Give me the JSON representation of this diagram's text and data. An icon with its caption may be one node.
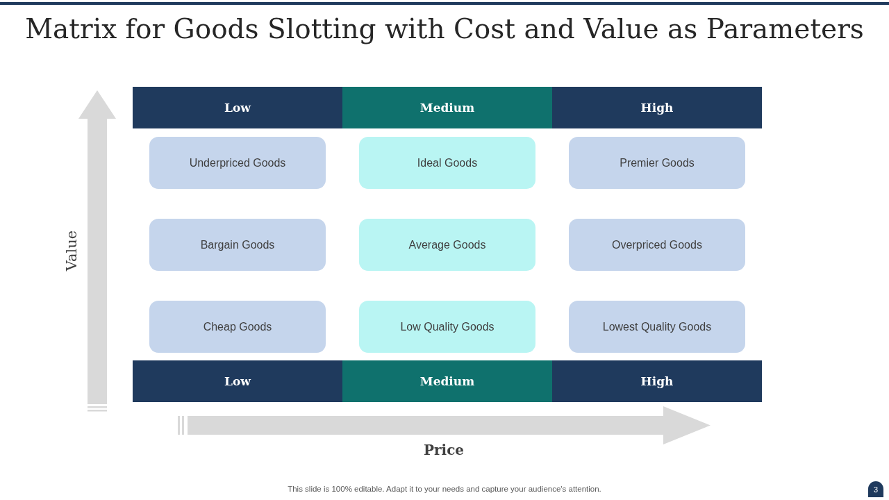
{
  "diagram": {
    "title": "Matrix for Goods Slotting with Cost and Value as Parameters",
    "nodes": [
      {
        "text": [
          "Low"
        ]
      },
      {
        "text": [
          "Medium"
        ]
      },
      {
        "text": [
          "High"
        ]
      },
      {
        "text": [
          "Underpriced Goods"
        ]
      },
      {
        "text": [
          "Ideal Goods"
        ]
      },
      {
        "text": [
          "Premier Goods"
        ]
      },
      {
        "text": [
          "Bargain Goods"
        ]
      },
      {
        "text": [
          "Average Goods"
        ]
      },
      {
        "text": [
          "Overpriced Goods"
        ]
      },
      {
        "text": [
          "Cheap Goods"
        ]
      },
      {
        "text": [
          "Low Quality Goods"
        ]
      },
      {
        "text": [
          "Lowest Quality Goods"
        ]
      },
      {
        "text": [
          "Low"
        ]
      },
      {
        "text": [
          "Medium"
        ]
      },
      {
        "text": [
          "High"
        ]
      }
    ],
    "labels": [
      "Value",
      "Price",
      "This slide is 100% editable. Adapt it to your needs and capture your audience's attention.",
      "3"
    ]
  }
}
